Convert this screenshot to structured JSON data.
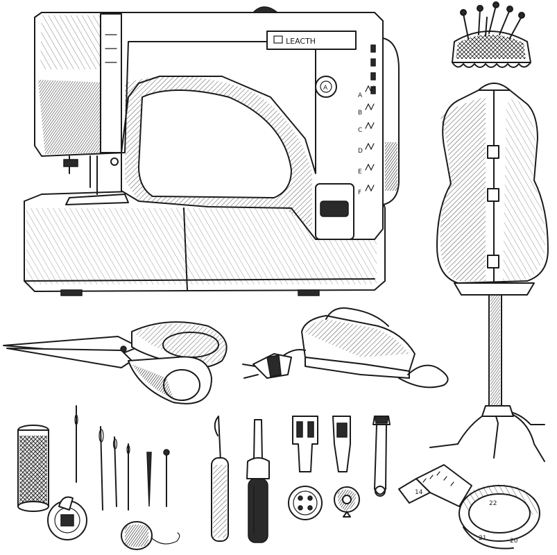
{
  "machine": {
    "brand": "LEACTH",
    "dial": "A",
    "stitch_letters": [
      "A",
      "B",
      "C",
      "D",
      "E",
      "F"
    ]
  },
  "tape_measure": {
    "visible_numbers": [
      "14",
      "21",
      "22",
      "20"
    ]
  },
  "colors": {
    "ink": "#1a1a1a",
    "background": "#ffffff"
  }
}
